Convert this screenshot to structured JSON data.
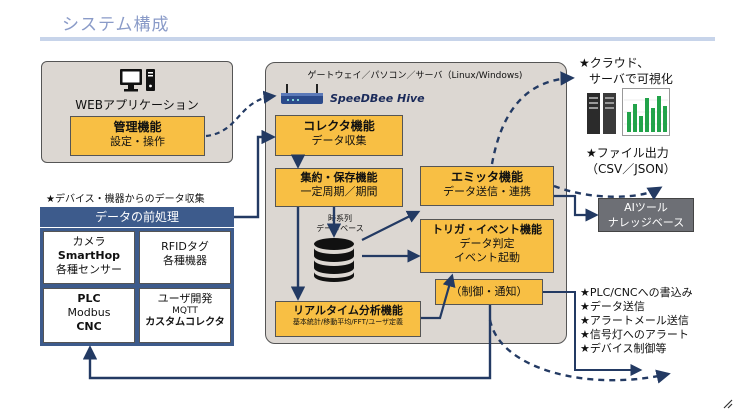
{
  "title": "システム構成",
  "web_app": {
    "label": "WEBアプリケーション",
    "mgmt_title": "管理機能",
    "mgmt_sub": "設定・操作"
  },
  "hive": {
    "header": "ゲートウェイ／パソコン／サーバ（Linux/Windows)",
    "brand": "SpeeDBee Hive",
    "collector_title": "コレクタ機能",
    "collector_sub": "データ収集",
    "storage_title": "集約・保存機能",
    "storage_sub": "一定周期／期間",
    "db_label_1": "時系列",
    "db_label_2": "データベース",
    "realtime_title": "リアルタイム分析機能",
    "realtime_sub": "基本統計/移動平均/FFT/ユーザ定義",
    "emitter_title": "エミッタ機能",
    "emitter_sub": "データ送信・連携",
    "trigger_title": "トリガ・イベント機能",
    "trigger_sub1": "データ判定",
    "trigger_sub2": "イベント起動",
    "control": "（制御・通知）"
  },
  "devices": {
    "note": "★デバイス・機器からのデータ収集",
    "preprocess": "データの前処理",
    "camera_1": "カメラ",
    "camera_2": "SmartHop",
    "camera_3": "各種センサー",
    "rfid_1": "RFIDタグ",
    "rfid_2": "各種機器",
    "plc_1": "PLC",
    "plc_2": "Modbus",
    "plc_3": "CNC",
    "user_1": "ユーザ開発",
    "user_2": "MQTT",
    "user_3": "カスタムコレクタ"
  },
  "right": {
    "cloud_1": "★クラウド、",
    "cloud_2": "サーバで可視化",
    "file_1": "★ファイル出力",
    "file_2": "（CSV／JSON）",
    "ai_1": "AIツール",
    "ai_2": "ナレッジベース",
    "actions": [
      "★PLC/CNCへの書込み",
      "★データ送信",
      "★アラートメール送信",
      "★信号灯へのアラート",
      "★デバイス制御等"
    ]
  },
  "colors": {
    "accent_yellow": "#f8bf44",
    "panel_gray": "#dcd7d2",
    "navy": "#3d5b8c",
    "title_blue": "#8a9bc8",
    "ai_gray": "#6d6f75",
    "chart_green": "#22a34a"
  },
  "icons": [
    "computer-icon",
    "router-icon",
    "server-rack-icon",
    "bar-chart-icon",
    "database-icon",
    "resize-icon"
  ]
}
